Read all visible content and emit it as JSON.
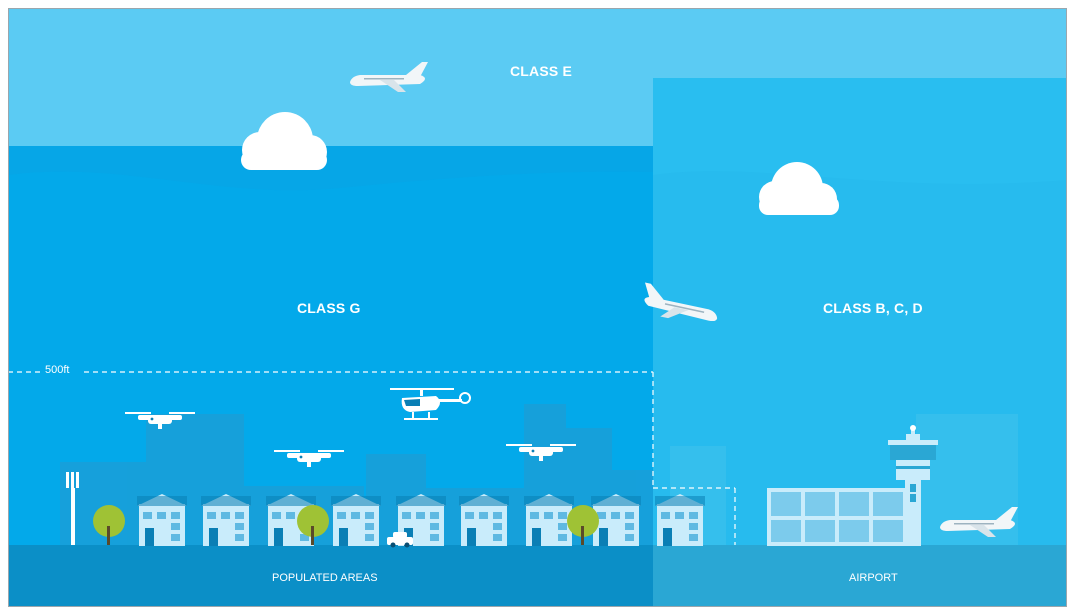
{
  "labels": {
    "class_e": "CLASS E",
    "class_g": "CLASS G",
    "class_bcd": "CLASS B, C, D",
    "altitude": "500ft",
    "populated_areas": "POPULATED AREAS",
    "airport": "AIRPORT"
  },
  "colors": {
    "class_e_sky": "#5bcbf3",
    "class_g_sky": "#03a9ea",
    "airport_sky": "#27bbee",
    "ground_populated": "#0b8fc7",
    "ground_airport": "#2aa7d4",
    "skyline": "#2296c9",
    "house": "#c9ecfb",
    "tree": "#9fc235",
    "cloud": "#ffffff"
  },
  "icons": {
    "aircraft": [
      "airplane-icon"
    ],
    "drones": [
      "drone-icon"
    ],
    "helicopter": "helicopter-icon",
    "tower": "control-tower-icon"
  }
}
